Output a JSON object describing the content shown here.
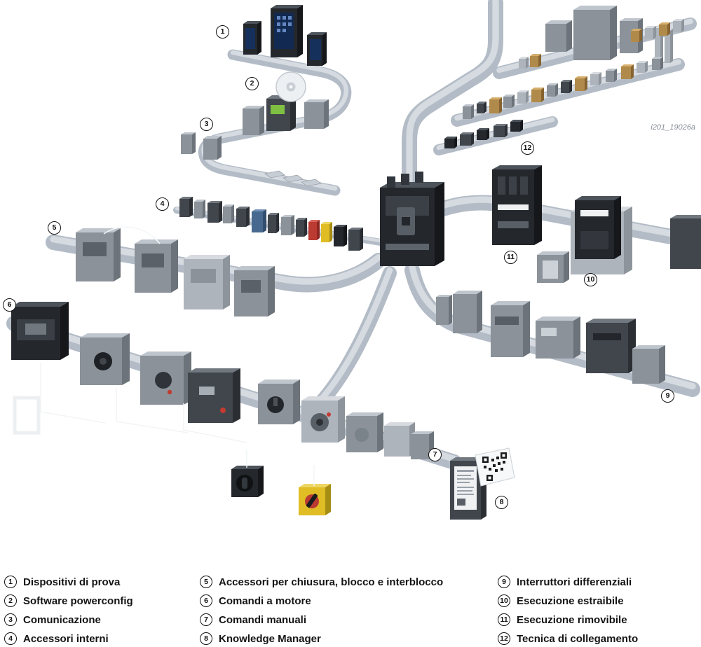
{
  "figure": {
    "watermark": "i201_19026a"
  },
  "colors": {
    "rail": "#b3bcc6",
    "rail_highlight": "#d6dbe1",
    "emergency_red": "#bb3a31",
    "emergency_yellow": "#e0bd25",
    "display_green": "#7fc043",
    "copper": "#b08a4a"
  },
  "legend": {
    "col1": [
      {
        "num": "1",
        "label": "Dispositivi di prova"
      },
      {
        "num": "2",
        "label": "Software powerconfig"
      },
      {
        "num": "3",
        "label": "Comunicazione"
      },
      {
        "num": "4",
        "label": "Accessori interni"
      }
    ],
    "col2": [
      {
        "num": "5",
        "label": "Accessori per chiusura, blocco e interblocco"
      },
      {
        "num": "6",
        "label": "Comandi a motore"
      },
      {
        "num": "7",
        "label": "Comandi manuali"
      },
      {
        "num": "8",
        "label": "Knowledge Manager"
      }
    ],
    "col3": [
      {
        "num": "9",
        "label": "Interruttori differenziali"
      },
      {
        "num": "10",
        "label": "Esecuzione estraibile"
      },
      {
        "num": "11",
        "label": "Esecuzione rimovibile"
      },
      {
        "num": "12",
        "label": "Tecnica di collegamento"
      }
    ]
  }
}
